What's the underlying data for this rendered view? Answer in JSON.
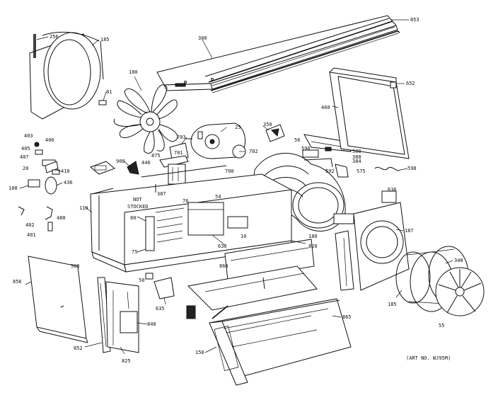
{
  "labels": {
    "256": "256",
    "185a": "185",
    "300": "300",
    "853": "853",
    "652": "652",
    "460": "460",
    "180a": "180",
    "81": "81",
    "703": "703",
    "25": "25",
    "350": "350",
    "56": "56",
    "580": "580",
    "590": "590",
    "384": "384",
    "388": "388",
    "592": "592",
    "575": "575",
    "598": "598",
    "403": "403",
    "406": "406",
    "405": "405",
    "407": "407",
    "410": "410",
    "20": "20",
    "436": "436",
    "100": "100",
    "908": "908",
    "446": "446",
    "875": "875",
    "701": "701",
    "702": "702",
    "700": "700",
    "not_stocked": "NOT\nSTOCKED",
    "387": "387",
    "76": "76",
    "54": "54",
    "110": "110",
    "80": "80",
    "630": "630",
    "10": "10",
    "180b": "180",
    "820": "820",
    "636": "636",
    "187": "187",
    "402": "402",
    "480": "480",
    "401": "401",
    "75": "75",
    "860": "860",
    "348": "348",
    "185b": "185",
    "50": "50",
    "588": "588",
    "856": "856",
    "55": "55",
    "635": "635",
    "840": "840",
    "852": "852",
    "825": "825",
    "150": "150",
    "865": "865"
  },
  "art_number": "(ART NO. WJ95M)"
}
